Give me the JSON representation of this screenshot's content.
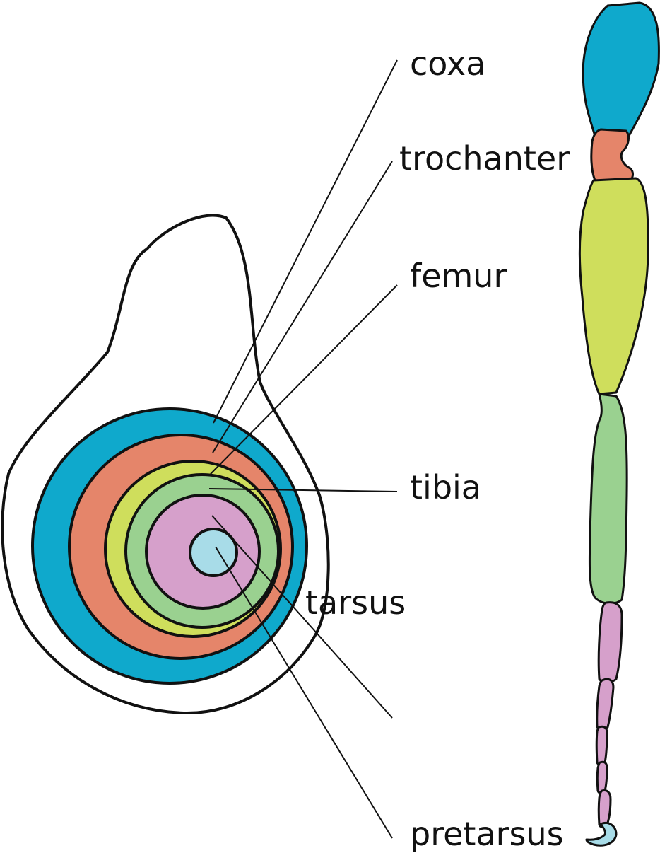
{
  "labels": {
    "coxa": "coxa",
    "trochanter": "trochanter",
    "femur": "femur",
    "tibia": "tibia",
    "tarsus": "tarsus",
    "pretarsus": "pretarsus"
  },
  "colors": {
    "coxa": "#0fa9cc",
    "trochanter": "#e5856a",
    "femur": "#cfde5c",
    "tibia": "#9ad190",
    "tarsus": "#d6a0cb",
    "pretarsus": "#a8dce8",
    "stroke": "#111111"
  }
}
